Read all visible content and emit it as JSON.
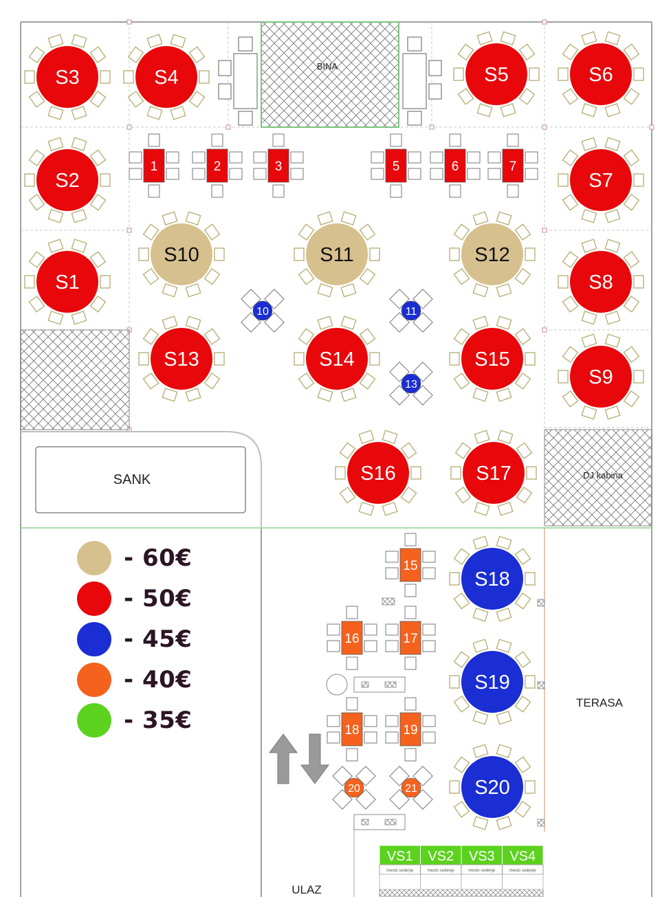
{
  "colors": {
    "gold": "#d6c08e",
    "red": "#e8070b",
    "blue": "#1a2ed4",
    "orange": "#f5621e",
    "green": "#5bd21e",
    "chair": "#b9b07a",
    "wall": "#9c9c9c",
    "green_line": "#8fcf8f"
  },
  "labels": {
    "stage": "BINA",
    "bar": "SANK",
    "dj": "DJ kabina",
    "terrace": "TERASA",
    "entrance": "ULAZ"
  },
  "legend": [
    {
      "color": "gold",
      "price": "- 60€"
    },
    {
      "color": "red",
      "price": "- 50€"
    },
    {
      "color": "blue",
      "price": "- 45€"
    },
    {
      "color": "orange",
      "price": "- 40€"
    },
    {
      "color": "green",
      "price": "- 35€"
    }
  ],
  "round_tables": [
    {
      "id": "S3",
      "color": "red"
    },
    {
      "id": "S4",
      "color": "red"
    },
    {
      "id": "S5",
      "color": "red"
    },
    {
      "id": "S6",
      "color": "red"
    },
    {
      "id": "S2",
      "color": "red"
    },
    {
      "id": "S7",
      "color": "red"
    },
    {
      "id": "S1",
      "color": "red"
    },
    {
      "id": "S8",
      "color": "red"
    },
    {
      "id": "S9",
      "color": "red"
    },
    {
      "id": "S10",
      "color": "gold"
    },
    {
      "id": "S11",
      "color": "gold"
    },
    {
      "id": "S12",
      "color": "gold"
    },
    {
      "id": "S13",
      "color": "red"
    },
    {
      "id": "S14",
      "color": "red"
    },
    {
      "id": "S15",
      "color": "red"
    },
    {
      "id": "S16",
      "color": "red"
    },
    {
      "id": "S17",
      "color": "red"
    },
    {
      "id": "S18",
      "color": "blue"
    },
    {
      "id": "S19",
      "color": "blue"
    },
    {
      "id": "S20",
      "color": "blue"
    }
  ],
  "small_tables": [
    {
      "id": "1",
      "color": "red"
    },
    {
      "id": "2",
      "color": "red"
    },
    {
      "id": "3",
      "color": "red"
    },
    {
      "id": "5",
      "color": "red"
    },
    {
      "id": "6",
      "color": "red"
    },
    {
      "id": "7",
      "color": "red"
    },
    {
      "id": "15",
      "color": "orange"
    },
    {
      "id": "16",
      "color": "orange"
    },
    {
      "id": "17",
      "color": "orange"
    },
    {
      "id": "18",
      "color": "orange"
    },
    {
      "id": "19",
      "color": "orange"
    }
  ],
  "cross_tables": [
    {
      "id": "10",
      "color": "blue"
    },
    {
      "id": "11",
      "color": "blue"
    },
    {
      "id": "13",
      "color": "blue"
    },
    {
      "id": "20",
      "color": "orange"
    },
    {
      "id": "21",
      "color": "orange"
    }
  ],
  "standing_tables": [
    {
      "id": "VS1",
      "caption": "mesto sedenje"
    },
    {
      "id": "VS2",
      "caption": "mesto sedenje"
    },
    {
      "id": "VS3",
      "caption": "mesto sedenje"
    },
    {
      "id": "VS4",
      "caption": "mesto sedenje"
    }
  ]
}
